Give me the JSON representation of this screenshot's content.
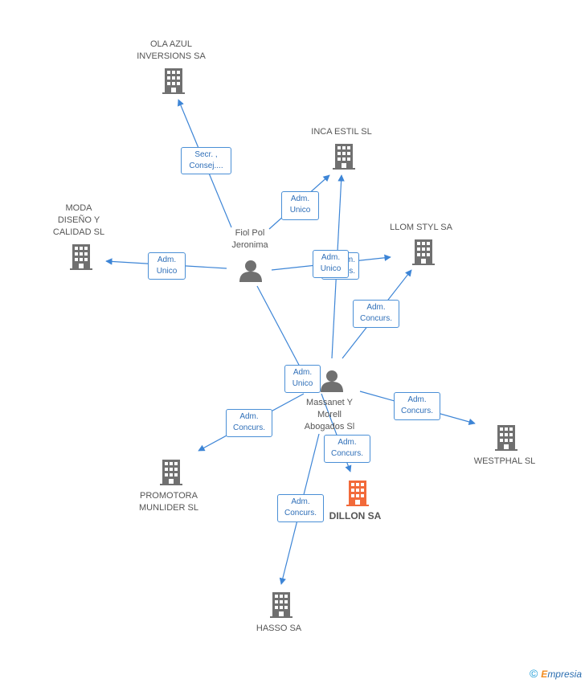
{
  "nodes": {
    "ola_azul": {
      "label1": "OLA AZUL",
      "label2": "INVERSIONS SA"
    },
    "inca_estil": {
      "label1": "INCA ESTIL SL"
    },
    "moda_diseno": {
      "label1": "MODA",
      "label2": "DISEÑO Y",
      "label3": "CALIDAD SL"
    },
    "llom_styl": {
      "label1": "LLOM STYL SA"
    },
    "fiol_pol": {
      "label1": "Fiol Pol",
      "label2": "Jeronima"
    },
    "massanet": {
      "label1": "Massanet Y",
      "label2": "Morell",
      "label3": "Abogados Sl"
    },
    "westphal": {
      "label1": "WESTPHAL SL"
    },
    "promotora": {
      "label1": "PROMOTORA",
      "label2": "MUNLIDER  SL"
    },
    "dillon": {
      "label1": "DILLON SA"
    },
    "hasso": {
      "label1": "HASSO SA"
    }
  },
  "edges": {
    "fiol_ola": {
      "line1": "Secr. ,",
      "line2": "Consej...."
    },
    "fiol_inca": {
      "line1": "Adm.",
      "line2": "Unico"
    },
    "fiol_moda": {
      "line1": "Adm.",
      "line2": "Unico"
    },
    "fiol_llom_back": {
      "line1": "Adm.",
      "line2": "s."
    },
    "fiol_llom": {
      "line1": "Adm.",
      "line2": "Unico"
    },
    "mass_llom": {
      "line1": "Adm.",
      "line2": "Concurs."
    },
    "mass_fiol": {
      "line1": "Adm.",
      "line2": "Unico"
    },
    "mass_west": {
      "line1": "Adm.",
      "line2": "Concurs."
    },
    "mass_prom": {
      "line1": "Adm.",
      "line2": "Concurs."
    },
    "mass_dillon": {
      "line1": "Adm.",
      "line2": "Concurs."
    },
    "mass_hasso": {
      "line1": "Adm.",
      "line2": "Concurs."
    }
  },
  "colors": {
    "edge": "#3d85d6",
    "building": "#707070",
    "focus_building": "#f26a3a",
    "person": "#707070"
  },
  "footer": {
    "copyright": "©",
    "brand_first": "E",
    "brand_rest": "mpresia"
  }
}
